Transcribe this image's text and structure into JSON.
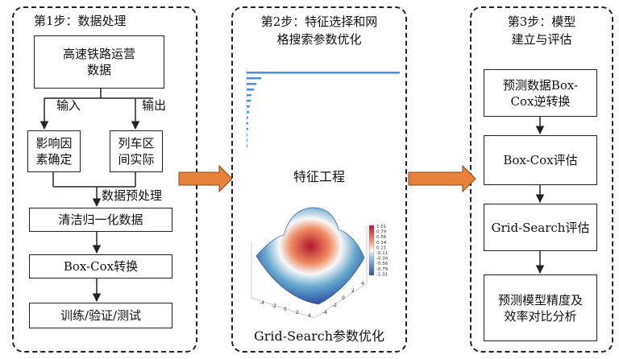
{
  "step1": {
    "title": "第1步：数据处理",
    "source": "高速铁路运营数据",
    "input_label": "输入",
    "output_label": "输出",
    "factors": "影响因素确定",
    "actual": "列车区间实际",
    "preprocess_label": "数据预处理",
    "clean": "清洁归一化数据",
    "boxcox": "Box-Cox转换",
    "split": "训练/验证/测试"
  },
  "step2": {
    "title_line1": "第2步：特征选择和网",
    "title_line2": "格搜索参数优化",
    "feature_label": "特征工程",
    "search_label": "Grid-Search参数优化",
    "colorbar_ticks": [
      "1.01",
      "0.79",
      "0.56",
      "0.34",
      "0.11",
      "-0.11",
      "-0.34",
      "-0.56",
      "-0.79",
      "-1.01"
    ],
    "axis_ticks": [
      "-4",
      "-2",
      "0",
      "2",
      "4"
    ]
  },
  "step3": {
    "title_line1": "第3步：模型",
    "title_line2": "建立与评估",
    "inverse": "预测数据Box-Cox逆转换",
    "eval": "Box-Cox评估",
    "grid_eval": "Grid-Search评估",
    "compare": "预测模型精度及效率对比分析"
  },
  "colors": {
    "arrow_fill": "#e8823a",
    "arrow_stroke": "#8a4a1c",
    "bar": "#4a90d9"
  }
}
